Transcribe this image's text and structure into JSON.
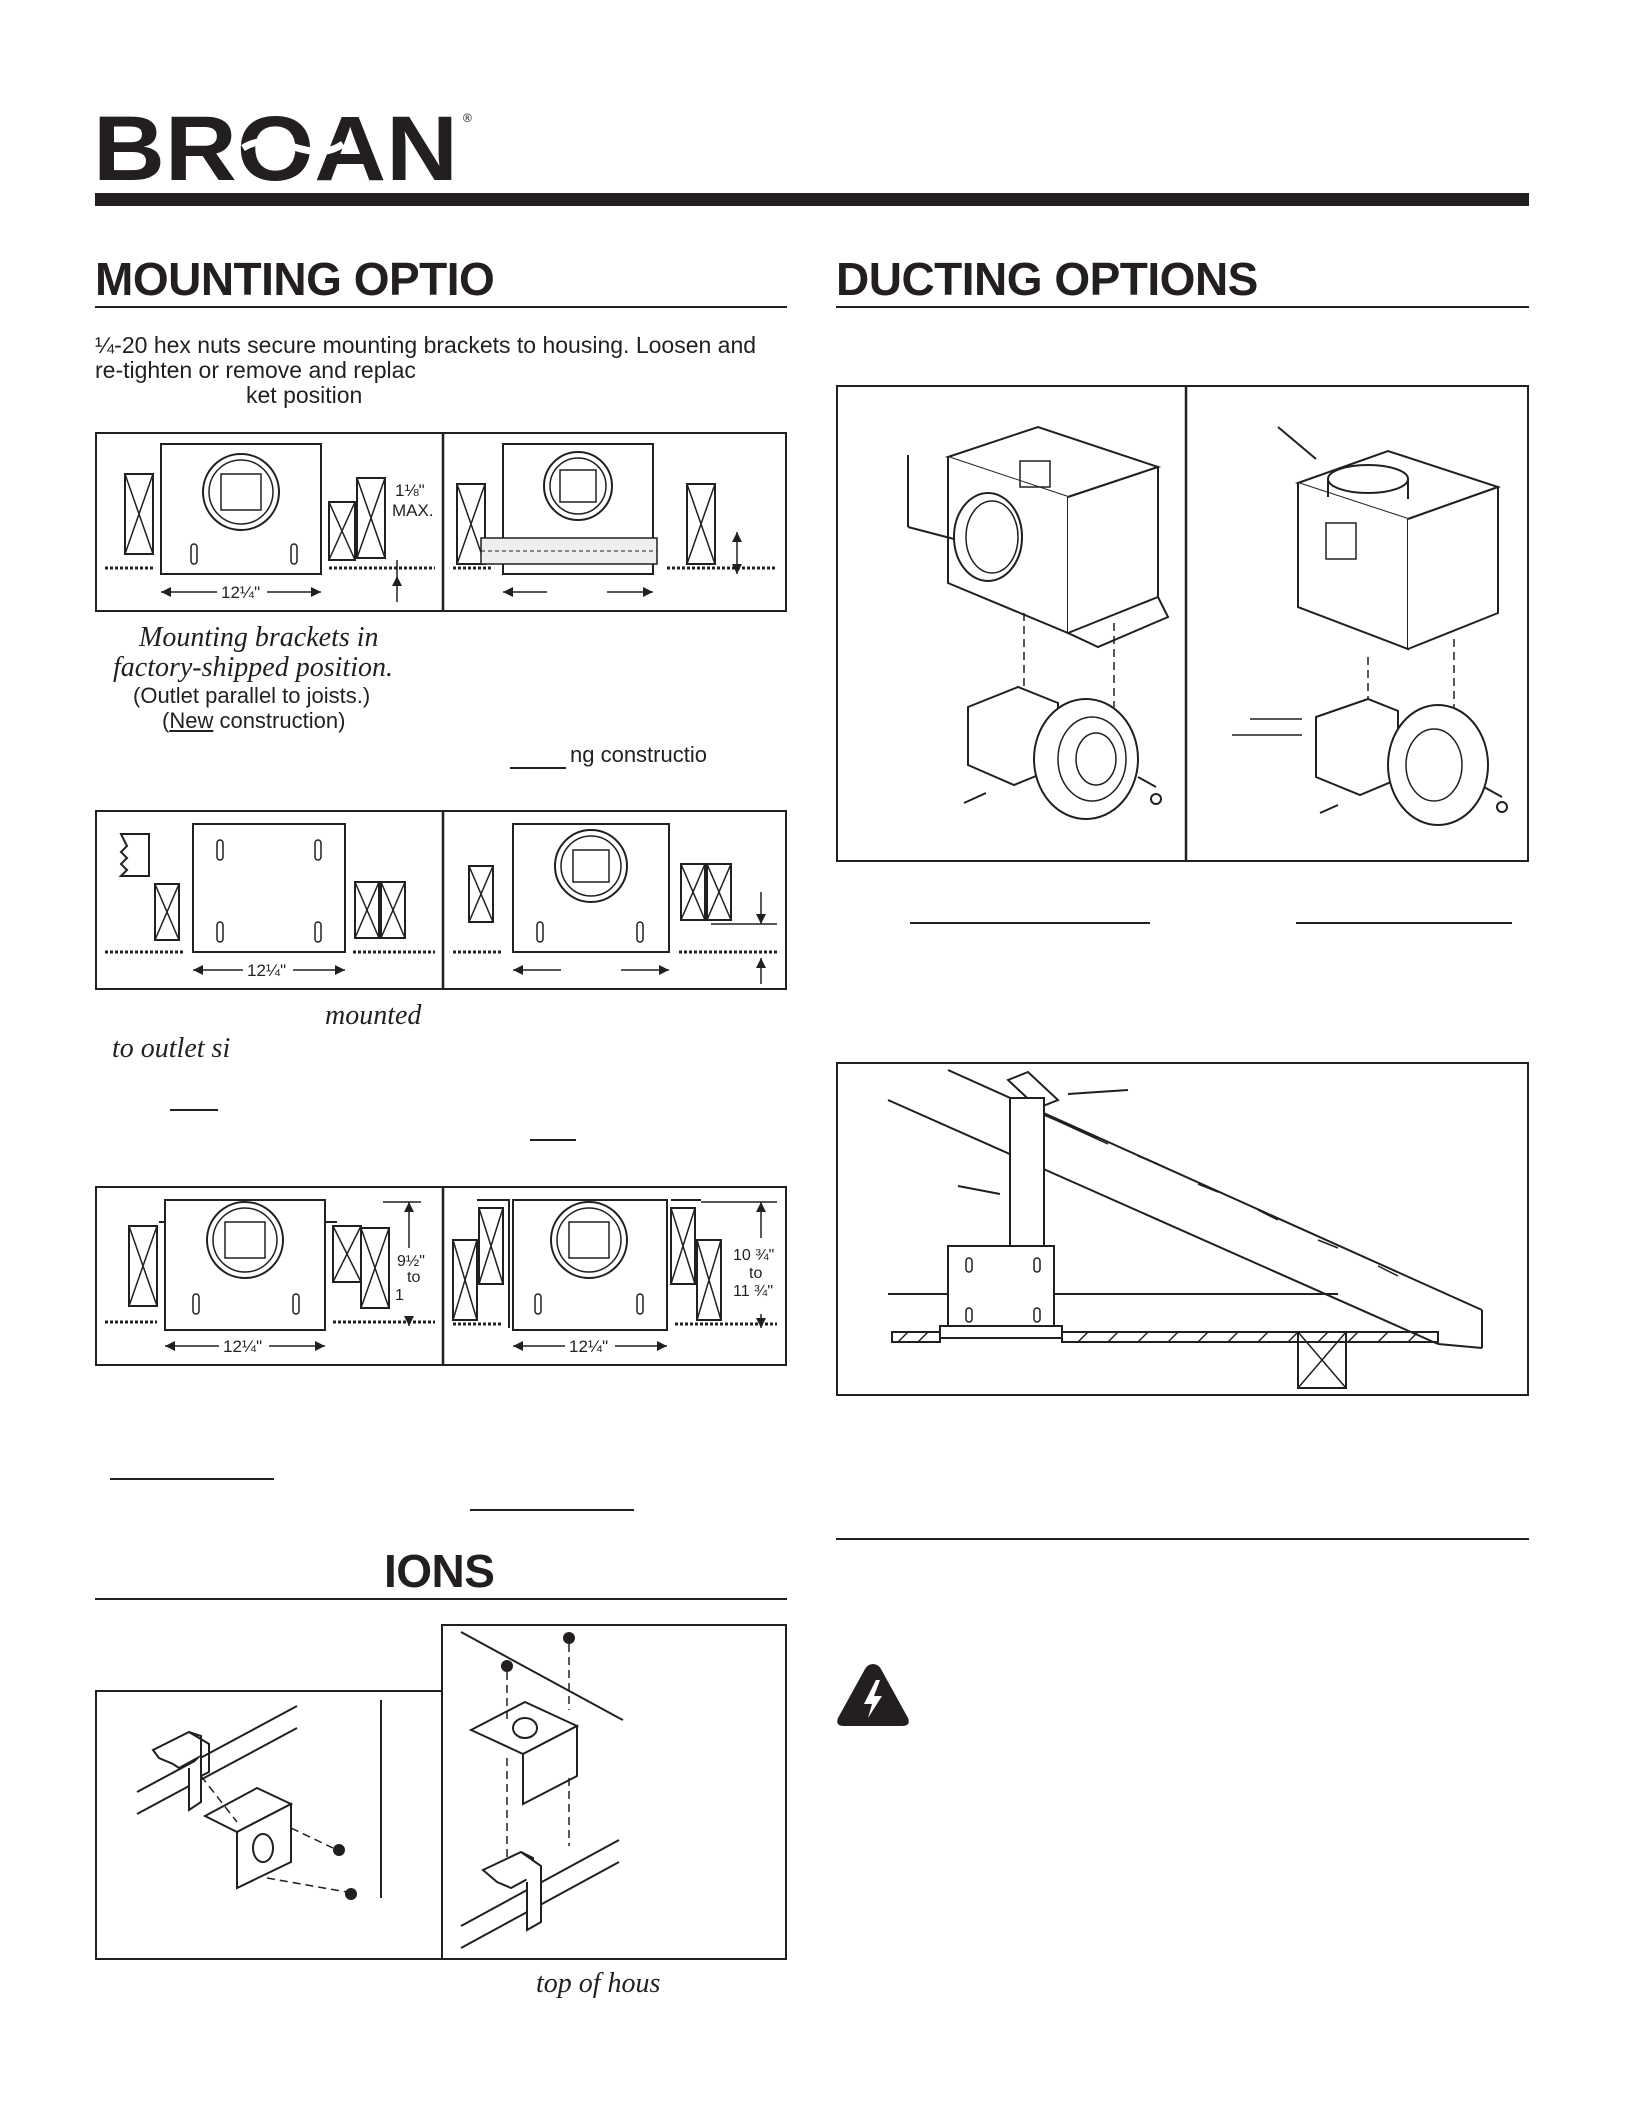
{
  "brand": {
    "name": "BROAN",
    "registered_mark": "®"
  },
  "left": {
    "heading": "MOUNTING OPTIO",
    "intro_lines": [
      "¼-20 hex nuts secure mounting brackets to housing. Loosen and",
      "re-tighten  or  remove  and  replac",
      "ket position"
    ],
    "fig1": {
      "dim_max": "1⅛\"",
      "dim_max_label": "MAX.",
      "width_label": "12¼\"",
      "caption_italic": [
        "Mounting brackets in",
        "factory-shipped position."
      ],
      "caption_line1": "(Outlet parallel to joists.)",
      "caption_line2_prefix": "(",
      "caption_line2_ul": "New",
      "caption_line2_rest": " construction)",
      "right_caption": "ng constructio"
    },
    "fig2": {
      "width_label": "12¼\"",
      "caption_italic_1": "mounted",
      "caption_italic_2": "to outlet si"
    },
    "fig3": {
      "width_label_left": "12¼\"",
      "width_label_right": "12¼\"",
      "dim_left": [
        "9½\"",
        "to",
        "1"
      ],
      "dim_right": [
        "10 ¾\"",
        "to",
        "11 ¾\""
      ]
    },
    "section2_heading": "IONS",
    "bottom_caption": "top of hous"
  },
  "right": {
    "heading": "DUCTING OPTIONS"
  }
}
